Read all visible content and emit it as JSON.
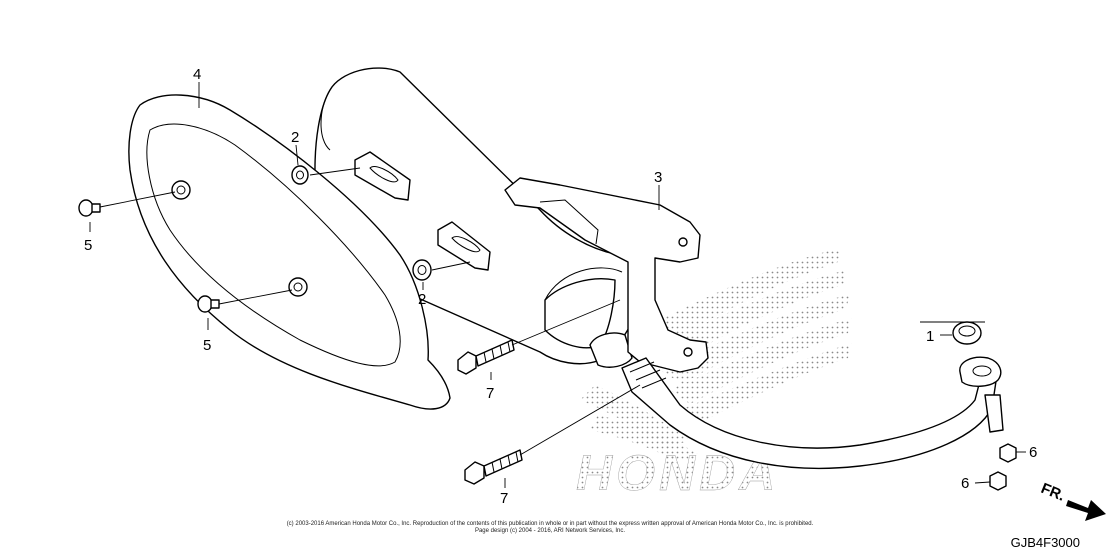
{
  "callouts": {
    "c1": "1",
    "c2a": "2",
    "c2b": "2",
    "c3": "3",
    "c4": "4",
    "c5a": "5",
    "c5b": "5",
    "c6a": "6",
    "c6b": "6",
    "c7a": "7",
    "c7b": "7"
  },
  "watermark_text": "HONDA",
  "direction_label": "FR.",
  "copyright_line1": "(c) 2003-2016 American Honda Motor Co., Inc. Reproduction of the contents of this publication in whole or in part without the express written approval of American Honda Motor Co., Inc. is prohibited.",
  "copyright_line2": "Page design (c) 2004 - 2016, ARI Network Services, Inc.",
  "diagram_code": "GJB4F3000",
  "colors": {
    "line": "#000000",
    "watermark": "#888888"
  }
}
